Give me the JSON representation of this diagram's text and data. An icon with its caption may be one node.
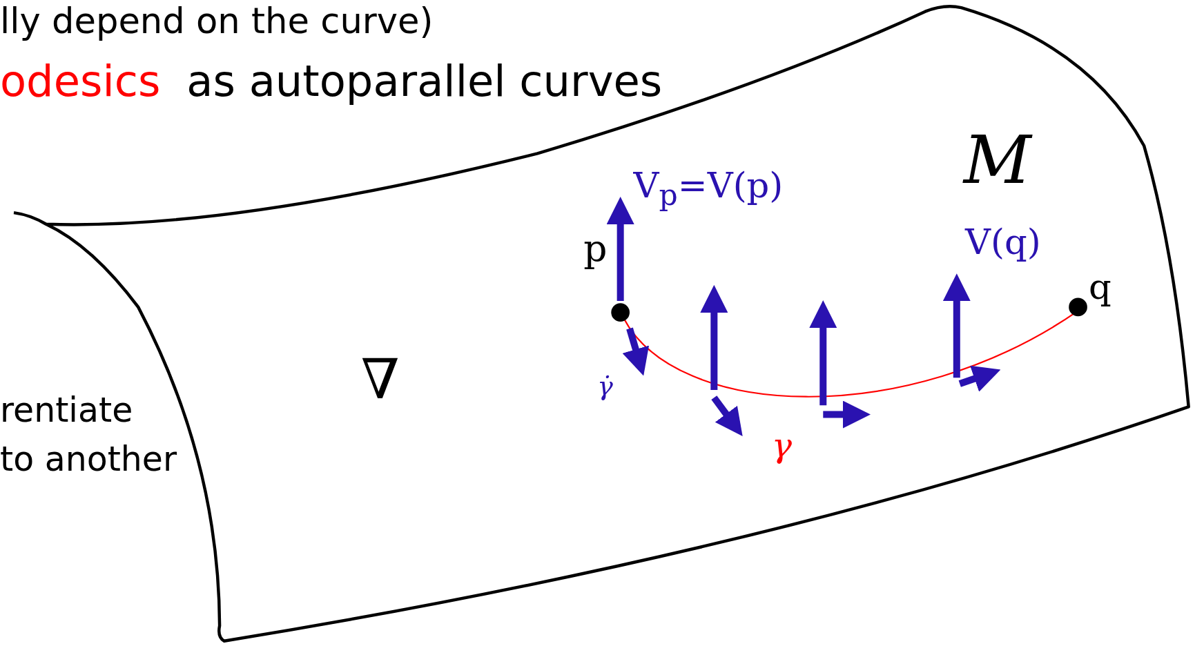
{
  "diagram": {
    "labels": [
      "lly depend on the curve)",
      "odesics",
      "as autoparallel curves",
      "M",
      "V$_{p}$=V(p)",
      "p",
      "V(q)",
      "q",
      "∇",
      "γ̇",
      "γ",
      "rentiate",
      "to another"
    ]
  }
}
